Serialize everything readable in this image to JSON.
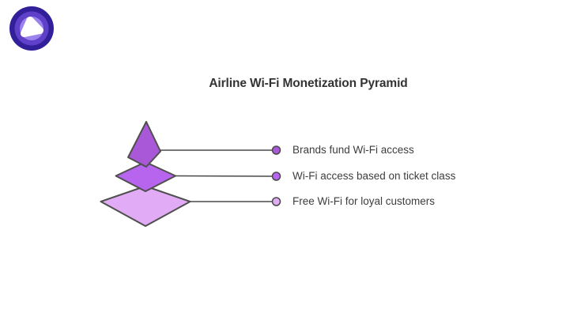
{
  "title": "Airline Wi-Fi Monetization Pyramid",
  "logo": {
    "name": "brand-logo",
    "colors": {
      "outer": "#321f9a",
      "mid": "#5f41c9",
      "inner": "#9b82ec",
      "core": "#ffffff"
    }
  },
  "colors": {
    "outline": "#4f4f4f",
    "connector": "#4a4a4a",
    "label_text": "#3d3d3d",
    "title_text": "#333333"
  },
  "pyramid": {
    "tiers": [
      {
        "position": "top",
        "label": "Brands fund Wi-Fi access",
        "color": "#a958d8"
      },
      {
        "position": "middle",
        "label": "Wi-Fi access based on ticket class",
        "color": "#b764ee"
      },
      {
        "position": "bottom",
        "label": "Free Wi-Fi for loyal customers",
        "color": "#e1acf5"
      }
    ]
  }
}
